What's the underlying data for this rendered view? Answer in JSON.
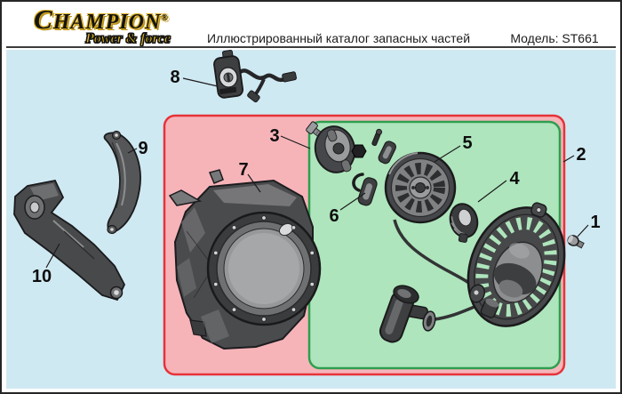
{
  "header": {
    "logo_text": "CHAMPION",
    "logo_reg": "®",
    "tagline": "Power & force",
    "title": "Иллюстрированный каталог запасных частей",
    "model": "Модель: ST661"
  },
  "diagram": {
    "labels": [
      "1",
      "2",
      "3",
      "4",
      "5",
      "6",
      "7",
      "8",
      "9",
      "10"
    ],
    "colors": {
      "canvas_background": "#cfe9f2",
      "red_group_fill": "#f6b4b9",
      "red_group_border": "#e63339",
      "green_group_fill": "#aee5bc",
      "green_group_border": "#2f9e4f",
      "line_art_dark": "#3e3f41",
      "line_art_outline": "#1a1a1c"
    }
  }
}
